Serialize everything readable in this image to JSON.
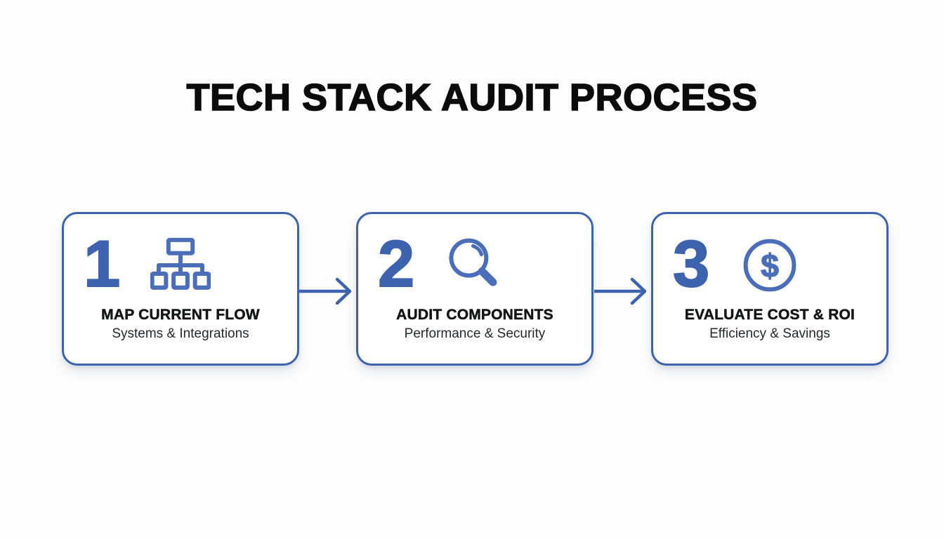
{
  "title": "TECH STACK AUDIT PROCESS",
  "colors": {
    "accent_blue": "#3d63ae",
    "icon_blue": "#4a6fb8",
    "title_black": "#0b0b0c",
    "background": "#fdfdfd"
  },
  "steps": [
    {
      "number": "1",
      "icon": "sitemap-icon",
      "title": "MAP CURRENT FLOW",
      "subtitle": "Systems & Integrations"
    },
    {
      "number": "2",
      "icon": "magnifying-glass-icon",
      "title": "AUDIT COMPONENTS",
      "subtitle": "Performance & Security"
    },
    {
      "number": "3",
      "icon": "dollar-circle-icon",
      "title": "EVALUATE COST & ROI",
      "subtitle": "Efficiency & Savings",
      "icon_glyph": "$"
    }
  ],
  "connectors": [
    {
      "type": "arrow-right"
    },
    {
      "type": "arrow-right"
    }
  ]
}
